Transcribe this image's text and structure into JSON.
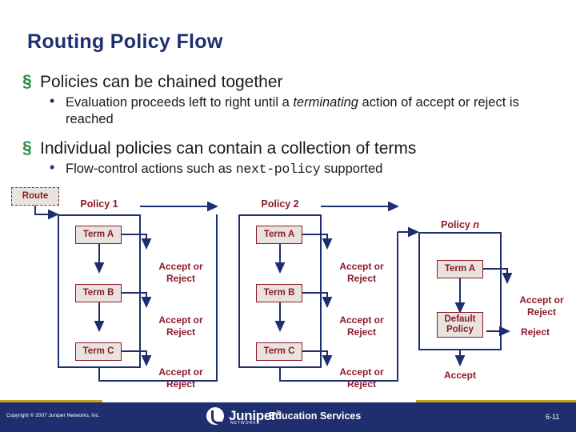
{
  "slide": {
    "title": "Routing Policy Flow",
    "bullets": [
      {
        "level": 1,
        "text": "Policies can be chained together"
      },
      {
        "level": 2,
        "parts": [
          {
            "text": "Evaluation proceeds left to right until a ",
            "style": "normal"
          },
          {
            "text": "terminating",
            "style": "italic"
          },
          {
            "text": " action of accept or reject is reached",
            "style": "normal"
          }
        ]
      },
      {
        "level": 1,
        "text": "Individual policies can contain a collection of terms"
      },
      {
        "level": 2,
        "parts": [
          {
            "text": "Flow-control actions such as ",
            "style": "normal"
          },
          {
            "text": "next-policy",
            "style": "mono"
          },
          {
            "text": " supported",
            "style": "normal"
          }
        ]
      }
    ]
  },
  "diagram": {
    "route_label": "Route",
    "policies": [
      {
        "header": "Policy 1",
        "header_italic_suffix": "",
        "terms": [
          "Term A",
          "Term B",
          "Term C"
        ],
        "outcomes": [
          "Accept or Reject",
          "Accept or Reject",
          "Accept or Reject"
        ]
      },
      {
        "header": "Policy 2",
        "header_italic_suffix": "",
        "terms": [
          "Term A",
          "Term B",
          "Term C"
        ],
        "outcomes": [
          "Accept or Reject",
          "Accept or Reject",
          "Accept or Reject"
        ]
      },
      {
        "header": "Policy ",
        "header_italic_suffix": "n",
        "terms": [
          "Term A",
          "Default Policy"
        ],
        "outcomes": [
          "Accept or Reject",
          "Reject",
          "Accept"
        ]
      }
    ],
    "colors": {
      "box_border": "#1F2E6E",
      "node_fill": "#E8E3DC",
      "node_border": "#8C1A2B",
      "text": "#8C1A2B",
      "arrow": "#1F2E6E"
    }
  },
  "footer": {
    "copyright": "Copyright © 2007 Juniper Networks, Inc.",
    "logo_text": "Juniper",
    "logo_trademark": "®",
    "logo_sub": "NETWORKS",
    "education": "Education Services",
    "page_number": "6-11"
  }
}
